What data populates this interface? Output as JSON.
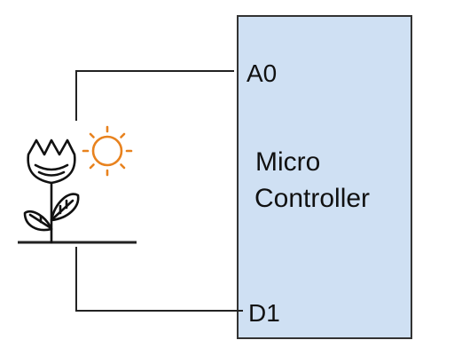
{
  "microcontroller": {
    "label_line1": "Micro",
    "label_line2": "Controller",
    "fill_color": "#cfe0f3",
    "border_color": "#333333"
  },
  "pins": {
    "analog": "A0",
    "digital": "D1"
  },
  "icons": {
    "plant": "flower-plant-icon",
    "sun": "sun-icon"
  },
  "colors": {
    "sun": "#e8821e",
    "wire": "#222222"
  }
}
